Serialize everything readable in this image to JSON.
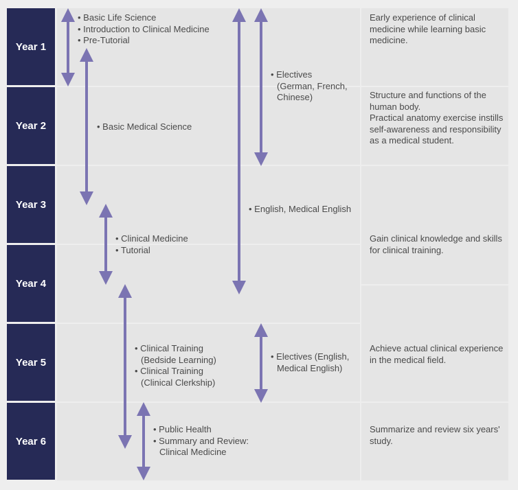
{
  "years": [
    "Year 1",
    "Year 2",
    "Year 3",
    "Year 4",
    "Year 5",
    "Year 6"
  ],
  "courses": {
    "year1": [
      "Basic Life Science",
      "Introduction to Clinical Medicine",
      "Pre-Tutorial"
    ],
    "basic_medical": "Basic Medical Science",
    "electives1": [
      "Electives",
      "(German, French,",
      "Chinese)"
    ],
    "english": "English, Medical English",
    "clinical": [
      "Clinical Medicine",
      "Tutorial"
    ],
    "training": [
      "Clinical Training",
      "(Bedside Learning)",
      "Clinical Training",
      "(Clinical Clerkship)"
    ],
    "electives2": [
      "Electives (English,",
      "Medical English)"
    ],
    "year6": [
      "Public Health",
      "Summary and Review:",
      "Clinical Medicine"
    ]
  },
  "descriptions": {
    "d1": "Early experience of clinical medicine while learning basic medicine.",
    "d2": [
      "Structure and functions of the human body.",
      "Practical anatomy exercise instills self-awareness and responsibility as a medical student."
    ],
    "d34": "Gain clinical knowledge and skills for clinical training.",
    "d5": "Achieve actual clinical experience in the medical field.",
    "d6": "Summarize and review six years' study."
  },
  "colors": {
    "year_block": "#262a56",
    "arrow": "#7b74b2",
    "cell": "#e5e5e5",
    "background": "#eeeeee"
  }
}
